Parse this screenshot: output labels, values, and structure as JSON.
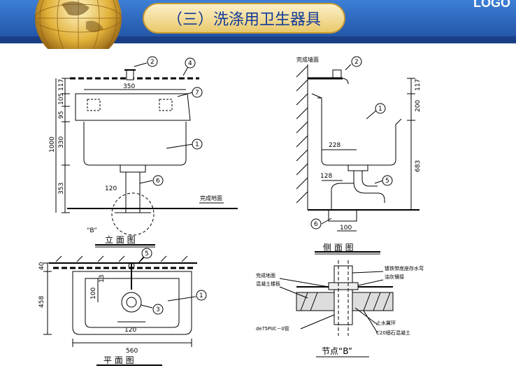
{
  "header": {
    "title": "（三）洗涤用卫生器具",
    "logo": "LOGO",
    "colors": {
      "band": "#2f6cc4",
      "title_text": "#123a9a",
      "pill": "#f5dc8e"
    }
  },
  "elevation": {
    "caption": "立 面 图",
    "dim_width": "350",
    "dim_117": "117",
    "dim_105": "105",
    "dim_95": "95",
    "dim_330": "330",
    "dim_353": "353",
    "dim_1000": "1000",
    "dim_120": "120",
    "floor_label": "完成地面",
    "node_ref": "“B”",
    "callouts": [
      "2",
      "4",
      "7",
      "1",
      "6"
    ]
  },
  "side": {
    "caption": "侧 面 图",
    "wall_label": "完成墙面",
    "dim_117": "117",
    "dim_200": "200",
    "dim_683": "683",
    "dim_228": "228",
    "dim_128": "128",
    "dim_100": "100",
    "callouts": [
      "2",
      "1",
      "5",
      "6"
    ]
  },
  "plan": {
    "caption": "平 面 图",
    "dim_40": "40",
    "dim_458": "458",
    "dim_100": "100",
    "dim_120": "120",
    "dim_560": "560",
    "dim_13": "13",
    "callouts": [
      "5",
      "3",
      "1"
    ]
  },
  "node": {
    "caption": "节点“B”",
    "label_floor": "完成地面",
    "label_concrete": "混凝土楼板",
    "label_pipe": "de75PUC－U管",
    "label_sleeve": "镀铁带底座存水弯",
    "label_oil": "油灰镶接",
    "label_ring": "止水翼环",
    "label_c20": "C20细石混凝土"
  }
}
